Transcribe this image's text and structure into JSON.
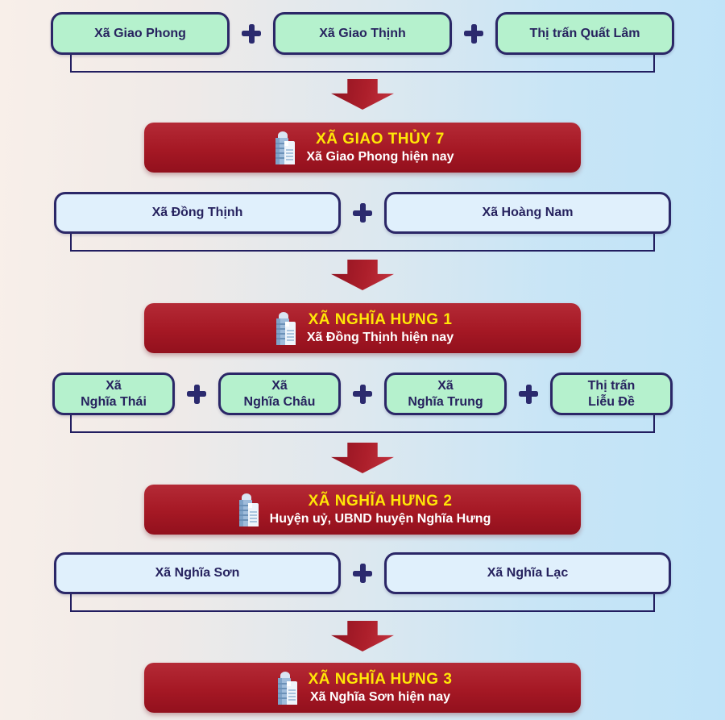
{
  "colors": {
    "background_left": "#f8efe9",
    "background_right": "#bfe3f8",
    "source_box_green": "#b5f1cd",
    "source_box_blue": "#e0f0fc",
    "box_border_navy": "#2b2767",
    "box_text_navy": "#27235f",
    "result_box_red": "#a51824",
    "result_title_yellow": "#ffe607",
    "result_subtitle_white": "#ffffff",
    "arrow_red": "#ad1f2b"
  },
  "icons": {
    "plus-icon": "+",
    "down-arrow-icon": "▼",
    "building-icon": "🏢"
  },
  "groups": [
    {
      "sources": [
        {
          "line1": "Xã Giao Phong"
        },
        {
          "line1": "Xã Giao Thịnh"
        },
        {
          "line1": "Thị trấn Quất Lâm"
        }
      ],
      "result": {
        "title": "XÃ GIAO THỦY 7",
        "subtitle": "Xã Giao Phong hiện nay"
      }
    },
    {
      "sources": [
        {
          "line1": "Xã Đồng Thịnh"
        },
        {
          "line1": "Xã Hoàng Nam"
        }
      ],
      "result": {
        "title": "XÃ NGHĨA HƯNG 1",
        "subtitle": "Xã Đồng Thịnh hiện nay"
      }
    },
    {
      "sources": [
        {
          "line1": "Xã",
          "line2": "Nghĩa Thái"
        },
        {
          "line1": "Xã",
          "line2": "Nghĩa Châu"
        },
        {
          "line1": "Xã",
          "line2": "Nghĩa Trung"
        },
        {
          "line1": "Thị trấn",
          "line2": "Liễu Đề"
        }
      ],
      "result": {
        "title": "XÃ NGHĨA HƯNG 2",
        "subtitle": "Huyện uỷ, UBND huyện Nghĩa Hưng"
      }
    },
    {
      "sources": [
        {
          "line1": "Xã Nghĩa Sơn"
        },
        {
          "line1": "Xã Nghĩa Lạc"
        }
      ],
      "result": {
        "title": "XÃ NGHĨA HƯNG 3",
        "subtitle": "Xã Nghĩa Sơn hiện nay"
      }
    }
  ]
}
